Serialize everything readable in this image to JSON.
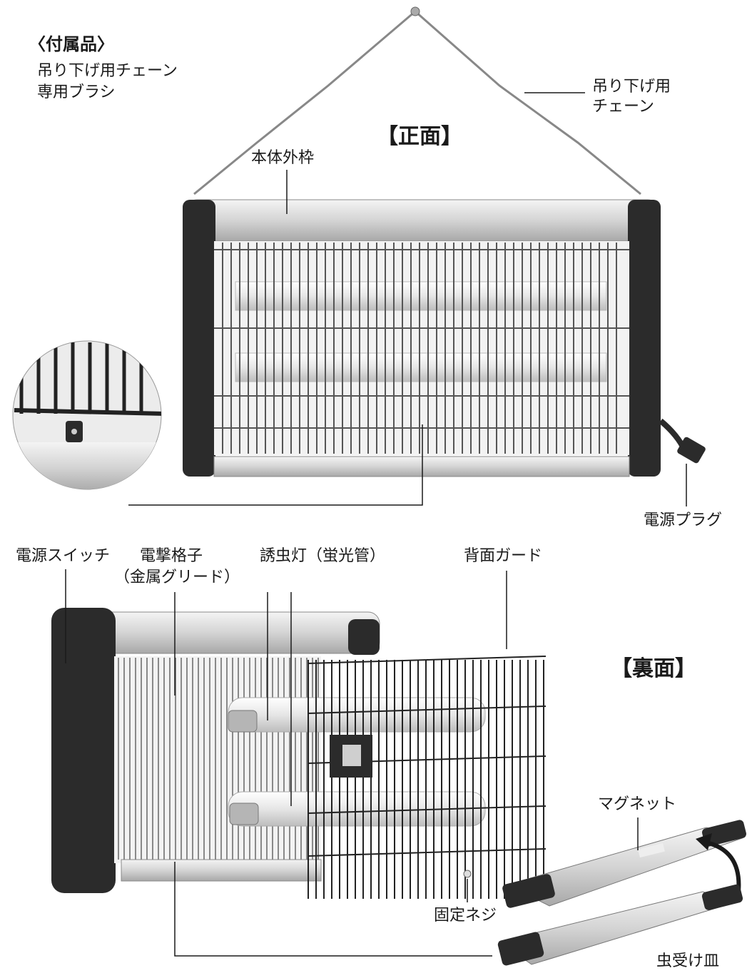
{
  "accessories": {
    "heading": "〈付属品〉",
    "items": [
      "吊り下げ用チェーン",
      "専用ブラシ"
    ]
  },
  "front_view": {
    "heading": "【正面】",
    "labels": {
      "chain_line1": "吊り下げ用",
      "chain_line2": "チェーン",
      "outer_frame": "本体外枠",
      "power_plug": "電源プラグ"
    }
  },
  "back_view": {
    "heading": "【裏面】",
    "labels": {
      "power_switch": "電源スイッチ",
      "grid_line1": "電撃格子",
      "grid_line2": "（金属グリード）",
      "lamp": "誘虫灯（蛍光管）",
      "rear_guard": "背面ガード",
      "magnet": "マグネット",
      "fixing_screw": "固定ネジ",
      "tray": "虫受け皿"
    }
  },
  "colors": {
    "line": "#1a1a1a",
    "frame_dark": "#2b2b2b",
    "aluminum": "#d9d9d9",
    "grid": "#555555"
  }
}
